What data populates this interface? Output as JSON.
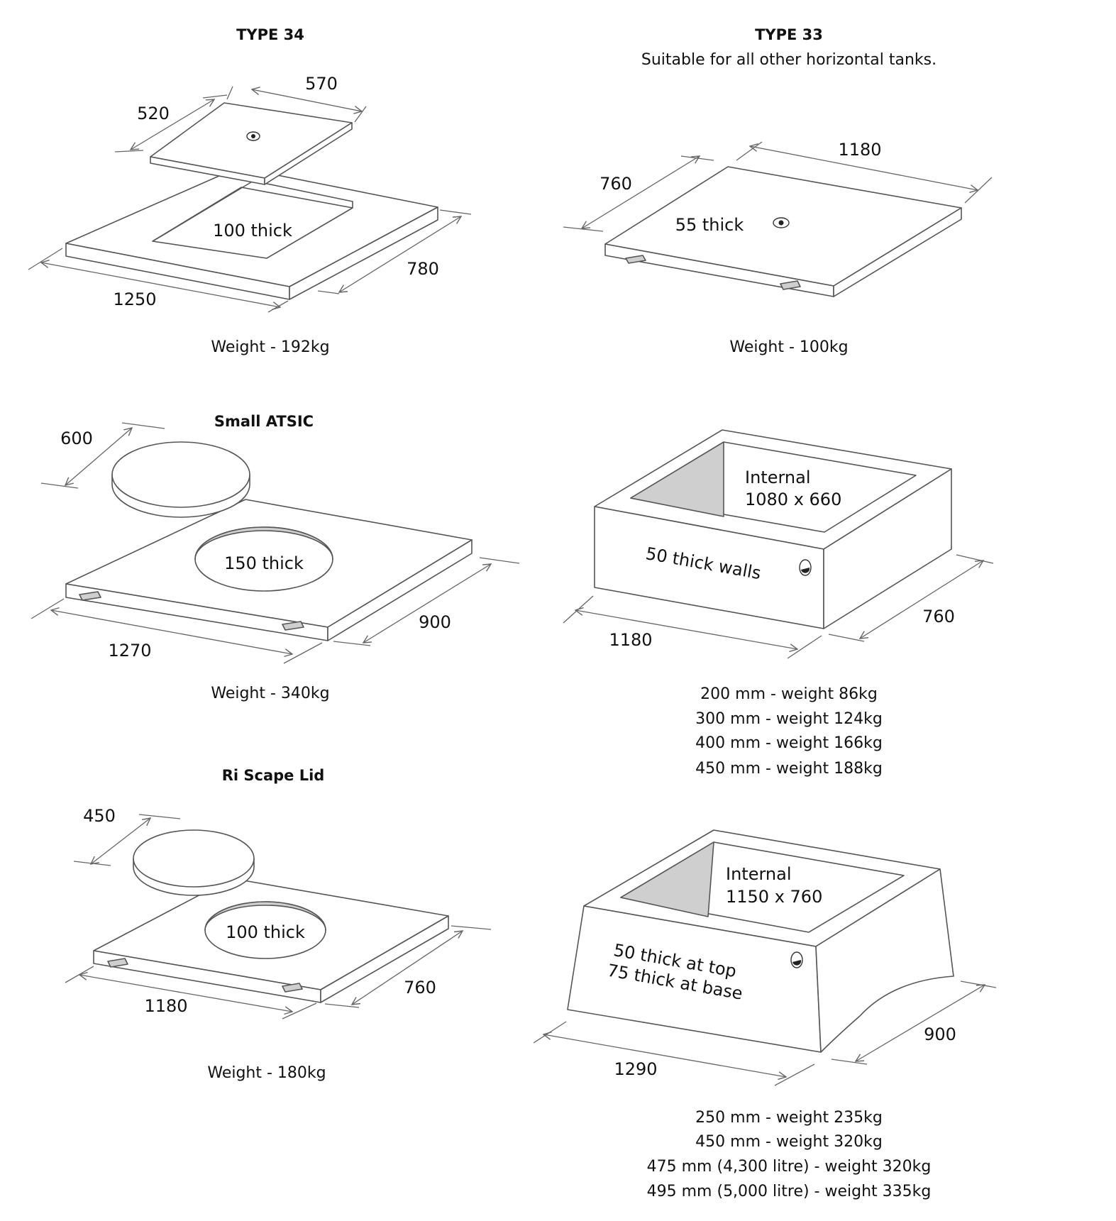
{
  "type34": {
    "title": "TYPE 34",
    "dim_lid_a": "520",
    "dim_lid_b": "570",
    "thickness": "100 thick",
    "dim_length": "1250",
    "dim_width": "780",
    "weight": "Weight - 192kg"
  },
  "type33": {
    "title": "TYPE 33",
    "subtitle": "Suitable for all other horizontal tanks.",
    "dim_width": "760",
    "dim_length": "1180",
    "thickness": "55 thick",
    "weight": "Weight - 100kg"
  },
  "small_atsic": {
    "title": "Small ATSIC",
    "dim_lid": "600",
    "thickness": "150 thick",
    "dim_length": "1270",
    "dim_width": "900",
    "weight": "Weight - 340kg"
  },
  "riser_small": {
    "internal_line1": "Internal",
    "internal_line2": "1080 x 660",
    "walls": "50 thick walls",
    "dim_length": "1180",
    "dim_width": "760",
    "weights": [
      "200 mm - weight 86kg",
      "300 mm - weight 124kg",
      "400 mm - weight 166kg",
      "450 mm - weight 188kg"
    ]
  },
  "ri_scape": {
    "title": "Ri Scape Lid",
    "dim_lid": "450",
    "thickness": "100 thick",
    "dim_length": "1180",
    "dim_width": "760",
    "weight": "Weight - 180kg"
  },
  "riser_large": {
    "internal_line1": "Internal",
    "internal_line2": "1150 x 760",
    "walls_line1": "50 thick at top",
    "walls_line2": "75 thick at base",
    "dim_length": "1290",
    "dim_width": "900",
    "weights": [
      "250 mm - weight 235kg",
      "450 mm - weight 320kg",
      "475 mm (4,300 litre) - weight 320kg",
      "495 mm (5,000 litre) - weight 335kg"
    ]
  }
}
